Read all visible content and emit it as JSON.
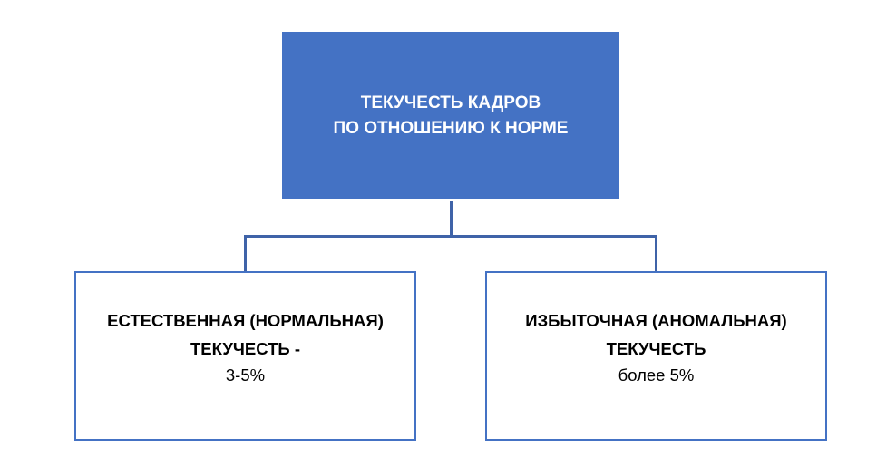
{
  "diagram": {
    "root": {
      "line1": "ТЕКУЧЕСТЬ КАДРОВ",
      "line2": "ПО ОТНОШЕНИЮ К НОРМЕ",
      "fill_color": "#4472C4"
    },
    "children": [
      {
        "line1": "ЕСТЕСТВЕННАЯ (НОРМАЛЬНАЯ)",
        "line2": "ТЕКУЧЕСТЬ -",
        "value": "3-5%"
      },
      {
        "line1": "ИЗБЫТОЧНАЯ (АНОМАЛЬНАЯ)",
        "line2": "ТЕКУЧЕСТЬ",
        "value": "более 5%"
      }
    ],
    "border_color": "#4472C4"
  }
}
